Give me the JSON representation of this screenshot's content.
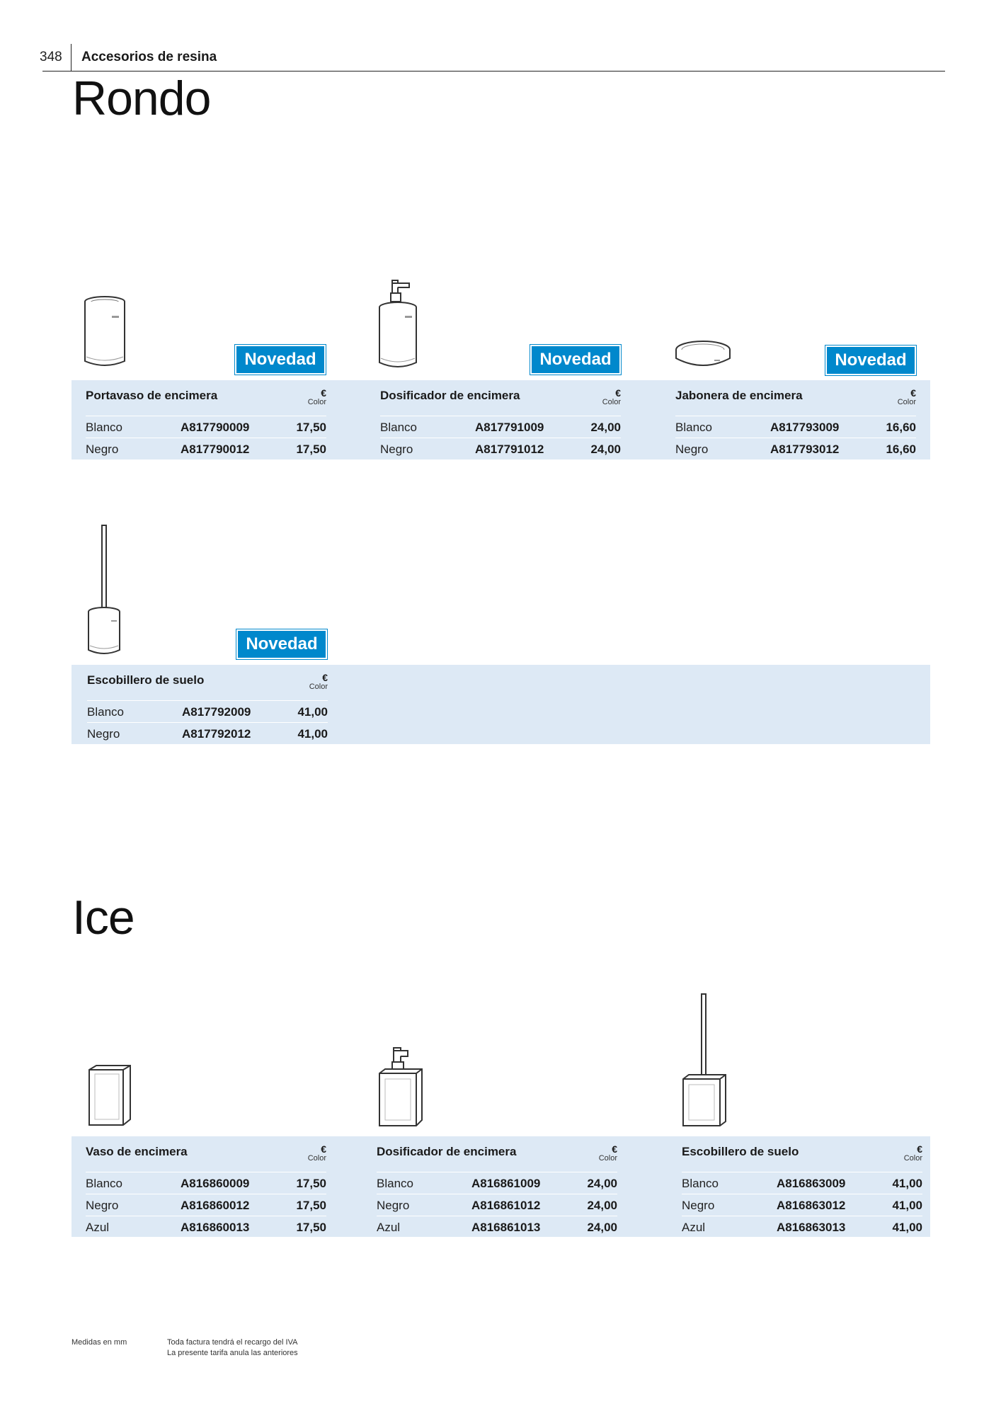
{
  "header": {
    "page_number": "348",
    "section": "Accesorios de resina"
  },
  "collections": [
    {
      "title": "Rondo",
      "products": [
        {
          "name": "Portavaso de encimera",
          "badge": "Novedad",
          "unit": "€",
          "unit_label": "Color",
          "icon": "round-tumbler-icon",
          "rows": [
            {
              "color": "Blanco",
              "ref": "A817790009",
              "price": "17,50"
            },
            {
              "color": "Negro",
              "ref": "A817790012",
              "price": "17,50"
            }
          ]
        },
        {
          "name": "Dosificador de encimera",
          "badge": "Novedad",
          "unit": "€",
          "unit_label": "Color",
          "icon": "round-soap-dispenser-icon",
          "rows": [
            {
              "color": "Blanco",
              "ref": "A817791009",
              "price": "24,00"
            },
            {
              "color": "Negro",
              "ref": "A817791012",
              "price": "24,00"
            }
          ]
        },
        {
          "name": "Jabonera de encimera",
          "badge": "Novedad",
          "unit": "€",
          "unit_label": "Color",
          "icon": "round-soap-dish-icon",
          "rows": [
            {
              "color": "Blanco",
              "ref": "A817793009",
              "price": "16,60"
            },
            {
              "color": "Negro",
              "ref": "A817793012",
              "price": "16,60"
            }
          ]
        },
        {
          "name": "Escobillero de suelo",
          "badge": "Novedad",
          "unit": "€",
          "unit_label": "Color",
          "icon": "round-toilet-brush-icon",
          "rows": [
            {
              "color": "Blanco",
              "ref": "A817792009",
              "price": "41,00"
            },
            {
              "color": "Negro",
              "ref": "A817792012",
              "price": "41,00"
            }
          ]
        }
      ]
    },
    {
      "title": "Ice",
      "products": [
        {
          "name": "Vaso de encimera",
          "unit": "€",
          "unit_label": "Color",
          "icon": "square-tumbler-icon",
          "rows": [
            {
              "color": "Blanco",
              "ref": "A816860009",
              "price": "17,50"
            },
            {
              "color": "Negro",
              "ref": "A816860012",
              "price": "17,50"
            },
            {
              "color": "Azul",
              "ref": "A816860013",
              "price": "17,50"
            }
          ]
        },
        {
          "name": "Dosificador de encimera",
          "unit": "€",
          "unit_label": "Color",
          "icon": "square-soap-dispenser-icon",
          "rows": [
            {
              "color": "Blanco",
              "ref": "A816861009",
              "price": "24,00"
            },
            {
              "color": "Negro",
              "ref": "A816861012",
              "price": "24,00"
            },
            {
              "color": "Azul",
              "ref": "A816861013",
              "price": "24,00"
            }
          ]
        },
        {
          "name": "Escobillero de suelo",
          "unit": "€",
          "unit_label": "Color",
          "icon": "square-toilet-brush-icon",
          "rows": [
            {
              "color": "Blanco",
              "ref": "A816863009",
              "price": "41,00"
            },
            {
              "color": "Negro",
              "ref": "A816863012",
              "price": "41,00"
            },
            {
              "color": "Azul",
              "ref": "A816863013",
              "price": "41,00"
            }
          ]
        }
      ]
    }
  ],
  "footer": {
    "measures": "Medidas en mm",
    "note_line1": "Toda factura tendrá el recargo del IVA",
    "note_line2": "La presente tarifa anula las anteriores"
  },
  "colors": {
    "badge": "#0088cc",
    "panel": "#dde9f5"
  }
}
